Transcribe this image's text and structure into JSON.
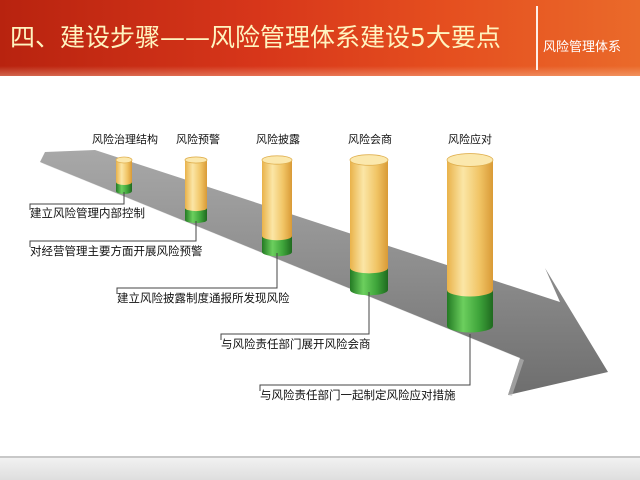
{
  "header": {
    "title": "四、建设步骤——风险管理体系建设5大要点",
    "badge": "风险管理体系"
  },
  "stages": [
    {
      "label": "风险治理结构",
      "description": "建立风险管理内部控制"
    },
    {
      "label": "风险预警",
      "description": "对经营管理主要方面开展风险预警"
    },
    {
      "label": "风险披露",
      "description": "建立风险披露制度通报所发现风险"
    },
    {
      "label": "风险会商",
      "description": "与风险责任部门展开风险会商"
    },
    {
      "label": "风险应对",
      "description": "与风险责任部门一起制定风险应对措施"
    }
  ],
  "colors": {
    "cylinder_top": "#f6dc8c",
    "cylinder_body": "#f0c060",
    "cylinder_base": "#3a9a3a",
    "arrow": "#8a8a8a"
  }
}
